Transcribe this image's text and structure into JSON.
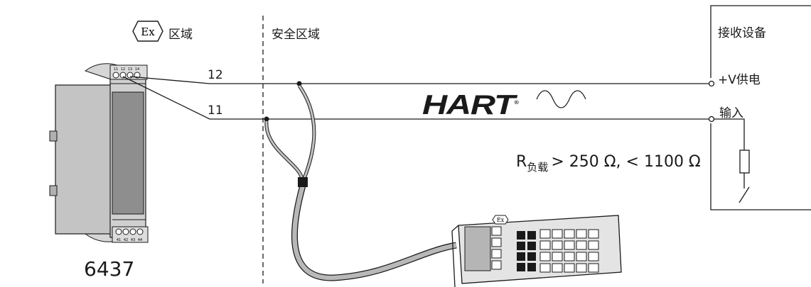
{
  "zones": {
    "ex_symbol": "Ex",
    "hazardous_label": "区域",
    "safe_label": "安全区域"
  },
  "wires": {
    "top_number": "12",
    "bottom_number": "11"
  },
  "device": {
    "model": "6437",
    "terminals_top": [
      "11",
      "12",
      "13",
      "14"
    ],
    "terminals_bottom": [
      "41",
      "42",
      "43",
      "44"
    ]
  },
  "receiver": {
    "title": "接收设备",
    "supply_label": "+V供电",
    "input_label": "输入"
  },
  "protocol": {
    "name": "HART",
    "mark": "®"
  },
  "load": {
    "symbol": "R",
    "subscript": "负载",
    "range": "> 250 Ω, < 1100 Ω"
  },
  "communicator": {
    "ex_symbol": "Ex"
  },
  "colors": {
    "line": "#1a1a1a",
    "device_body": "#c4c4c4",
    "device_face": "#8e8e8e",
    "cable": "#b8b8b8"
  }
}
